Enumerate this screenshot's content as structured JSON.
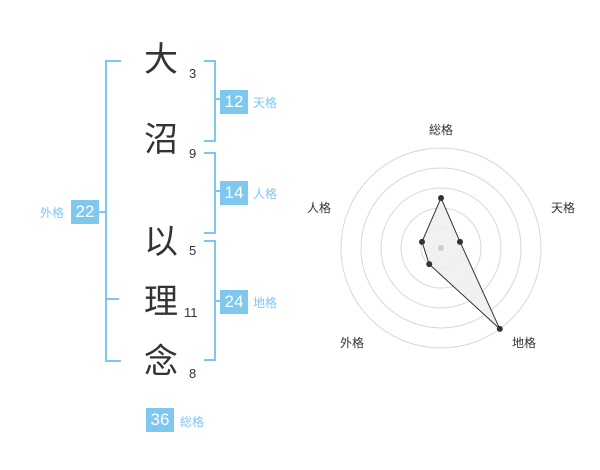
{
  "colors": {
    "accent": "#7ec8f0",
    "text": "#333333"
  },
  "name_chars": [
    {
      "char": "大",
      "strokes": "3"
    },
    {
      "char": "沼",
      "strokes": "9"
    },
    {
      "char": "以",
      "strokes": "5"
    },
    {
      "char": "理",
      "strokes": "11"
    },
    {
      "char": "念",
      "strokes": "8"
    }
  ],
  "fortunes": {
    "tenkaku": {
      "value": "12",
      "label": "天格"
    },
    "jinkaku": {
      "value": "14",
      "label": "人格"
    },
    "chikaku": {
      "value": "24",
      "label": "地格"
    },
    "gaikaku": {
      "value": "22",
      "label": "外格"
    },
    "soukaku": {
      "value": "36",
      "label": "総格"
    }
  },
  "chart_data": {
    "type": "radar",
    "axes": [
      "総格",
      "天格",
      "地格",
      "外格",
      "人格"
    ],
    "values": [
      0.5,
      0.2,
      1.0,
      0.2,
      0.2
    ],
    "range": [
      0,
      1
    ],
    "rings": 5
  }
}
